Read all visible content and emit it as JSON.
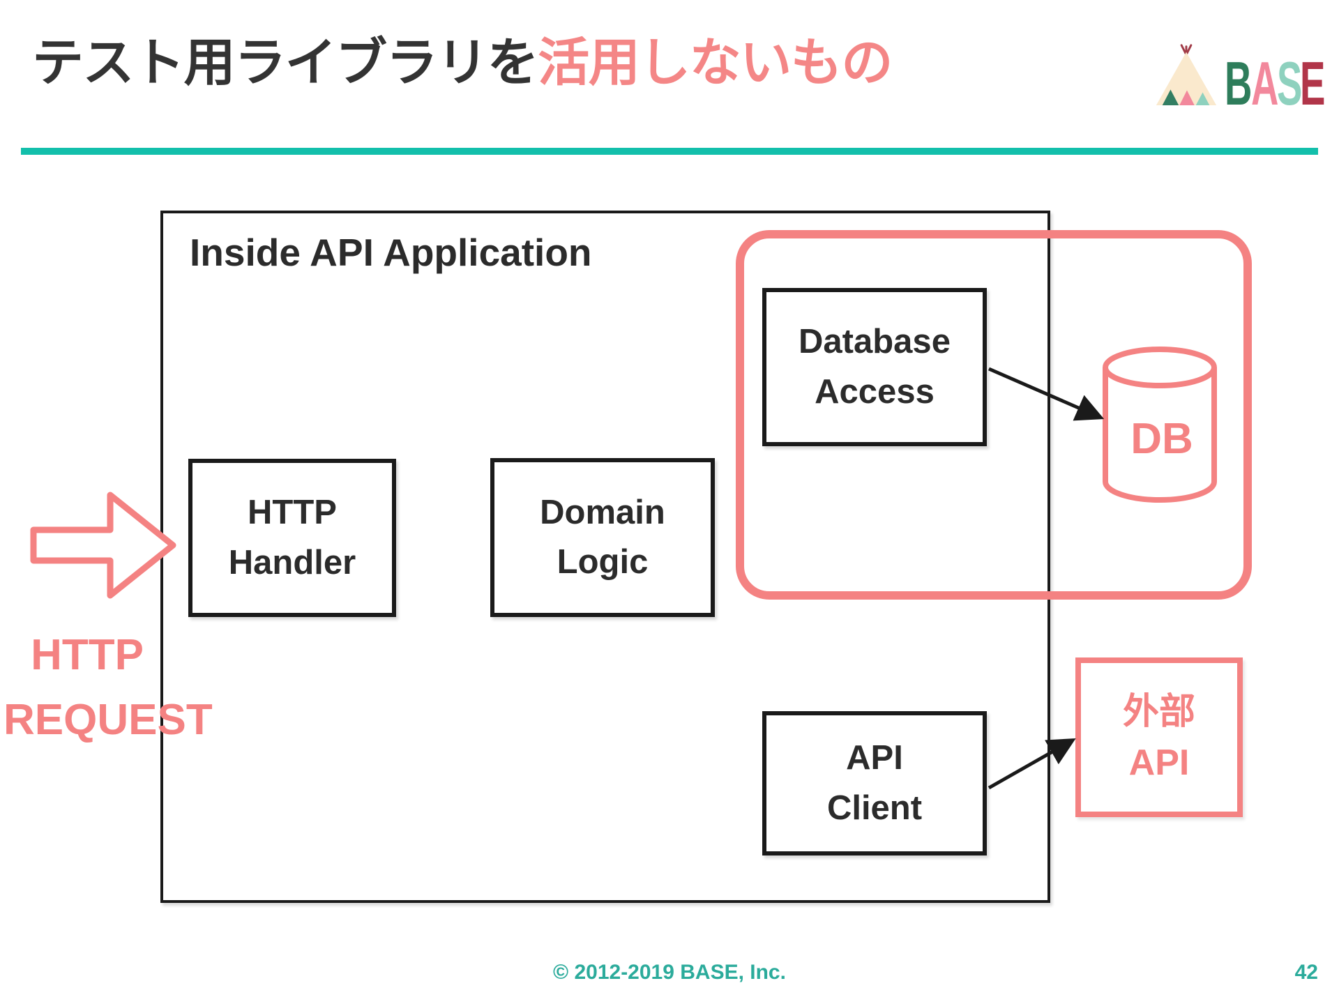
{
  "slide": {
    "title": {
      "black_part": "テスト用ライブラリを",
      "pink_part": "活用しないもの"
    },
    "logo": {
      "name": "BASE",
      "letters": [
        "B",
        "A",
        "S",
        "E"
      ]
    },
    "footer": {
      "copyright": "© 2012-2019 BASE, Inc.",
      "page_number": "42"
    }
  },
  "diagram": {
    "container_label": "Inside API Application",
    "nodes": {
      "http_handler": {
        "line1": "HTTP",
        "line2": "Handler"
      },
      "domain_logic": {
        "line1": "Domain",
        "line2": "Logic"
      },
      "database_access": {
        "line1": "Database",
        "line2": "Access"
      },
      "api_client": {
        "line1": "API",
        "line2": "Client"
      },
      "db": {
        "label": "DB"
      },
      "external_api": {
        "line1": "外部",
        "line2": "API"
      }
    },
    "annotations": {
      "http_request": {
        "line1": "HTTP",
        "line2": "REQUEST"
      }
    },
    "highlight": {
      "description": "pink rounded region around Database Access and DB"
    }
  },
  "colors": {
    "pink": "#F48282",
    "title_pink": "#F48686",
    "title_black": "#333333",
    "ink": "#1A1A1A",
    "teal_divider": "#13BFAB",
    "teal_footer": "#2BAB9B",
    "logo_green": "#2E7D5B",
    "logo_pink": "#F2889C",
    "logo_mint": "#8ED1BE",
    "logo_crimson": "#B13549",
    "tent_cream": "#FAE9CD"
  }
}
